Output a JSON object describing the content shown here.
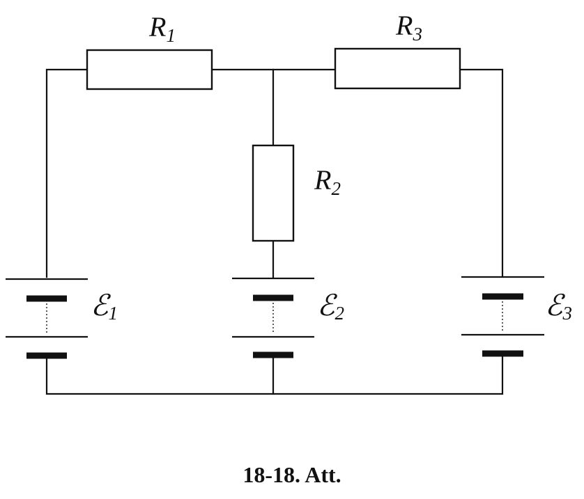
{
  "labels": {
    "r1": {
      "main": "R",
      "sub": "1"
    },
    "r2": {
      "main": "R",
      "sub": "2"
    },
    "r3": {
      "main": "R",
      "sub": "3"
    },
    "e1": {
      "main": "ℰ",
      "sub": "1"
    },
    "e2": {
      "main": "ℰ",
      "sub": "2"
    },
    "e3": {
      "main": "ℰ",
      "sub": "3"
    }
  },
  "caption": "18-18. Att."
}
